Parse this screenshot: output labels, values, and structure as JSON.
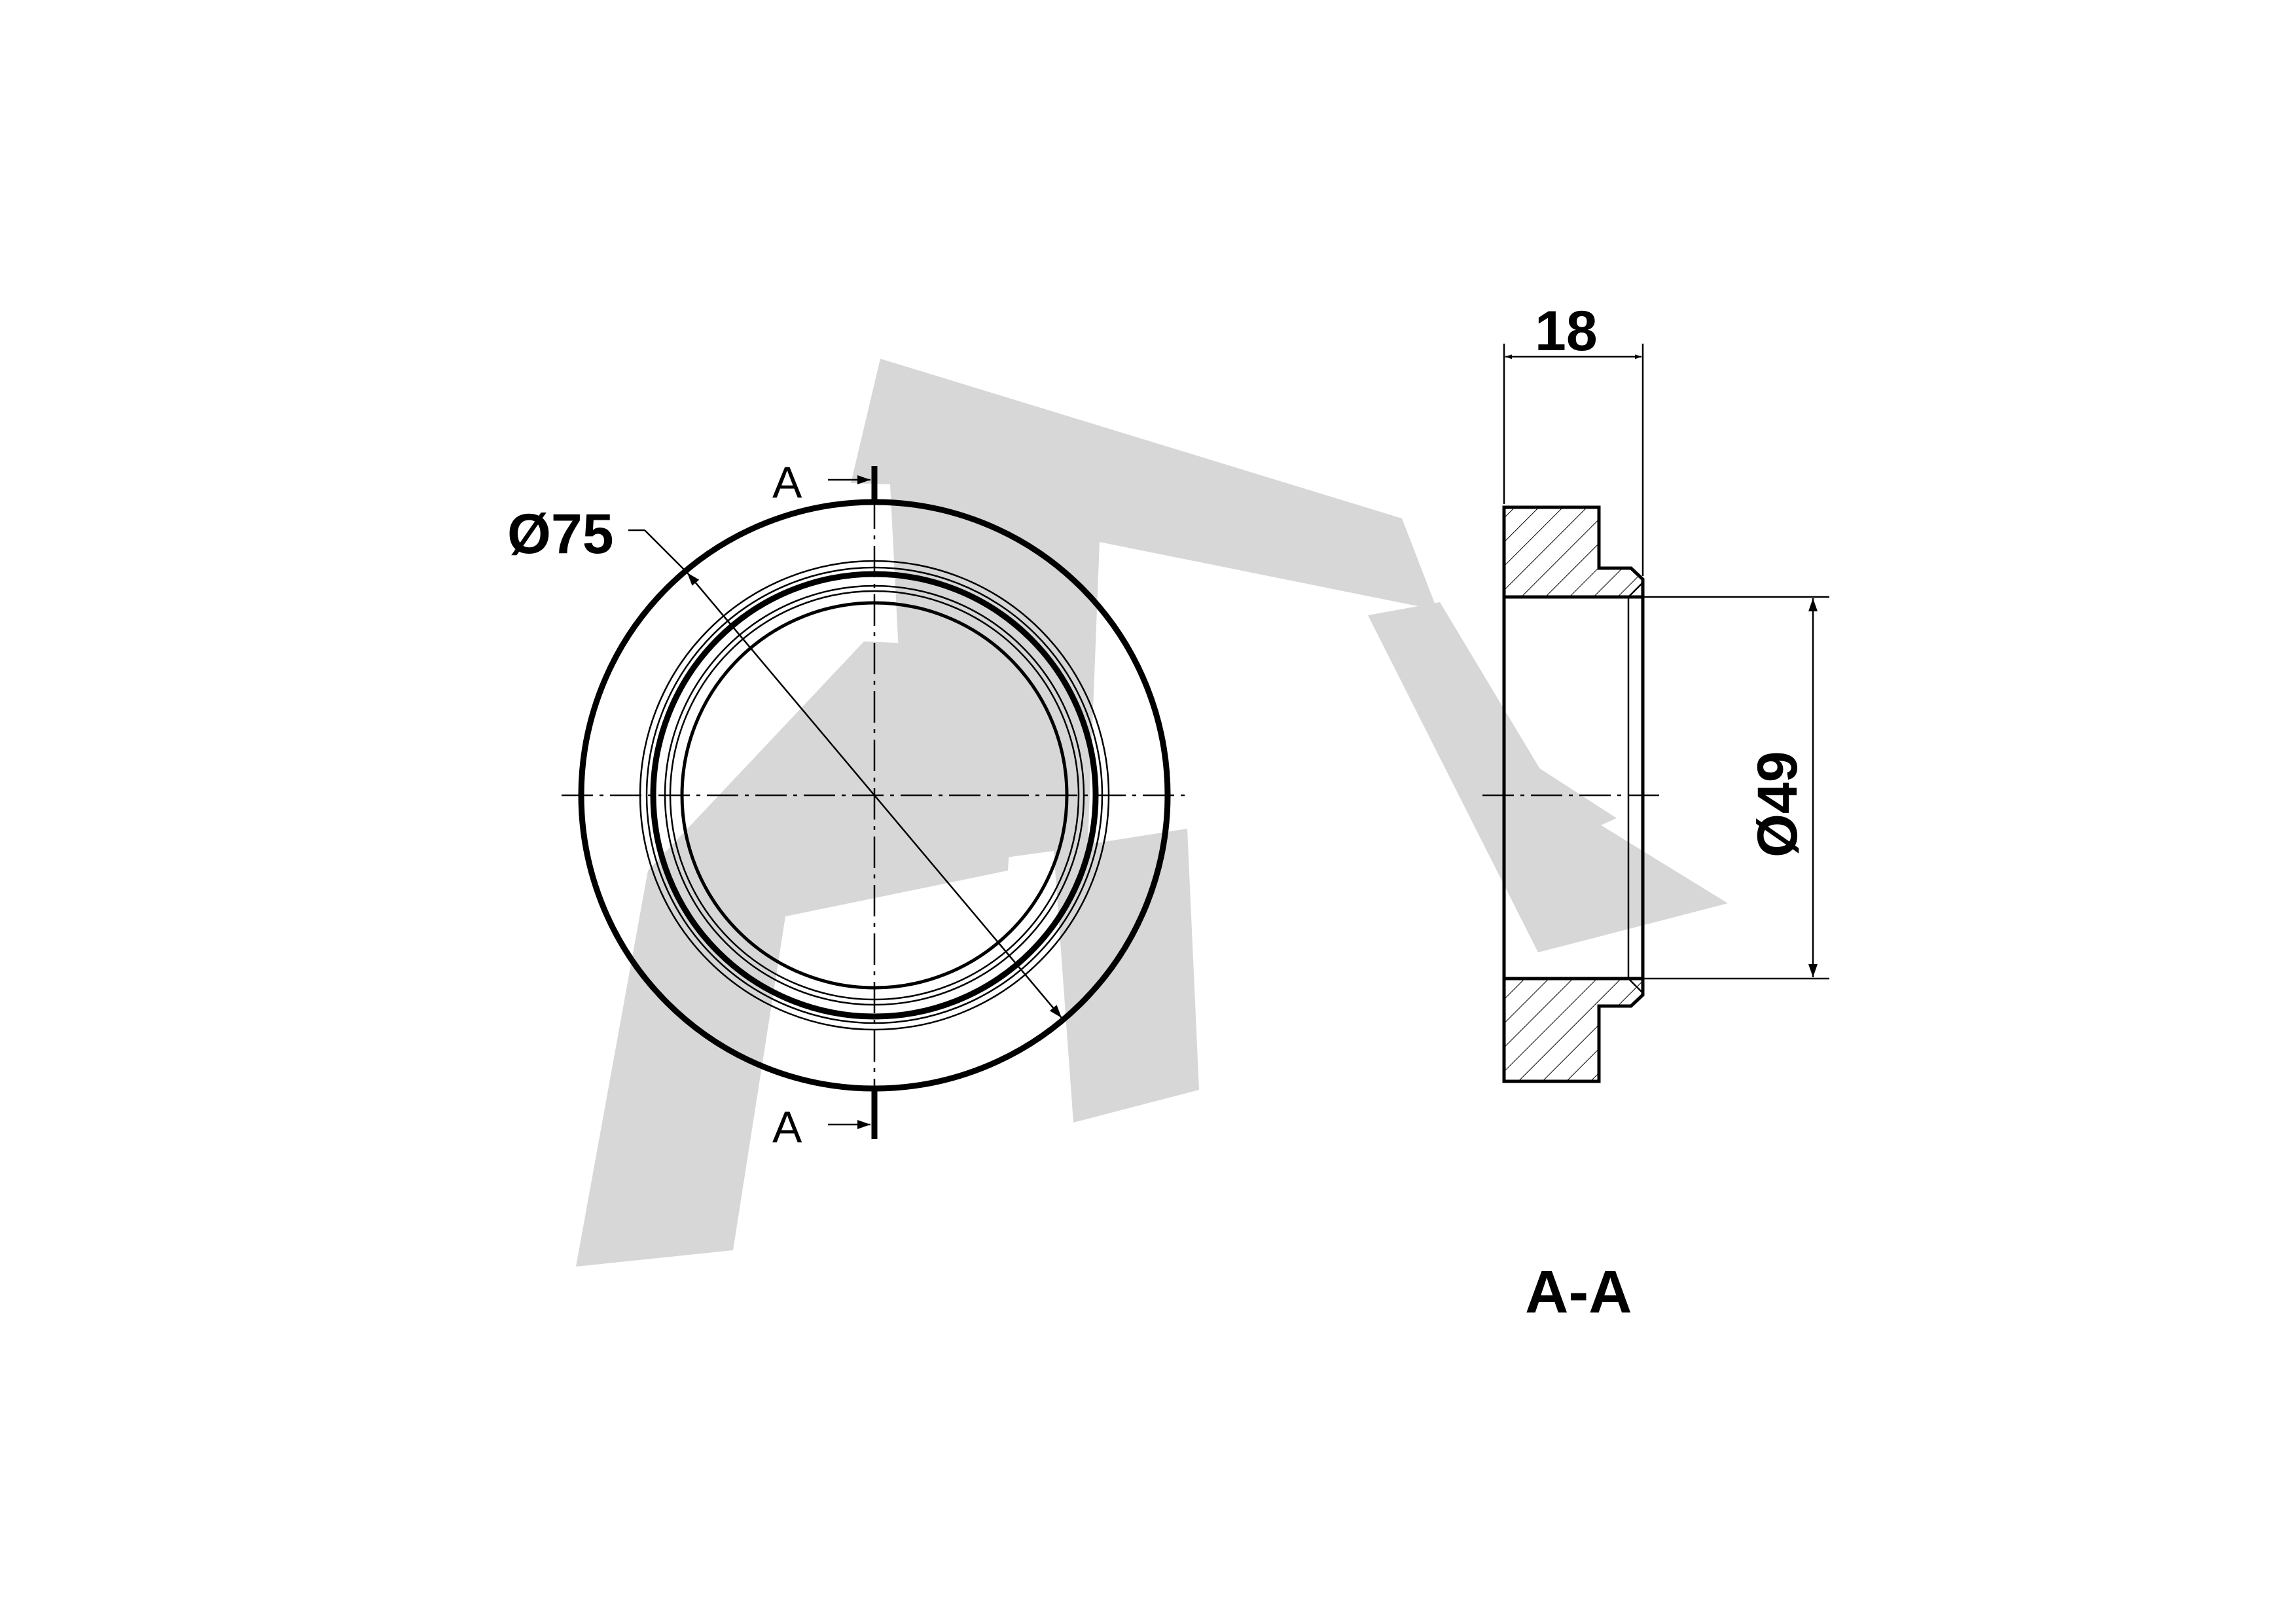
{
  "front_view": {
    "diameter_label": "Ø75",
    "section_mark_top": "A",
    "section_mark_bottom": "A"
  },
  "section_view": {
    "width_label": "18",
    "bore_label": "Ø49",
    "title": "A-A"
  },
  "colors": {
    "line": "#000000",
    "watermark": "#d7d7d7",
    "background": "#ffffff"
  }
}
